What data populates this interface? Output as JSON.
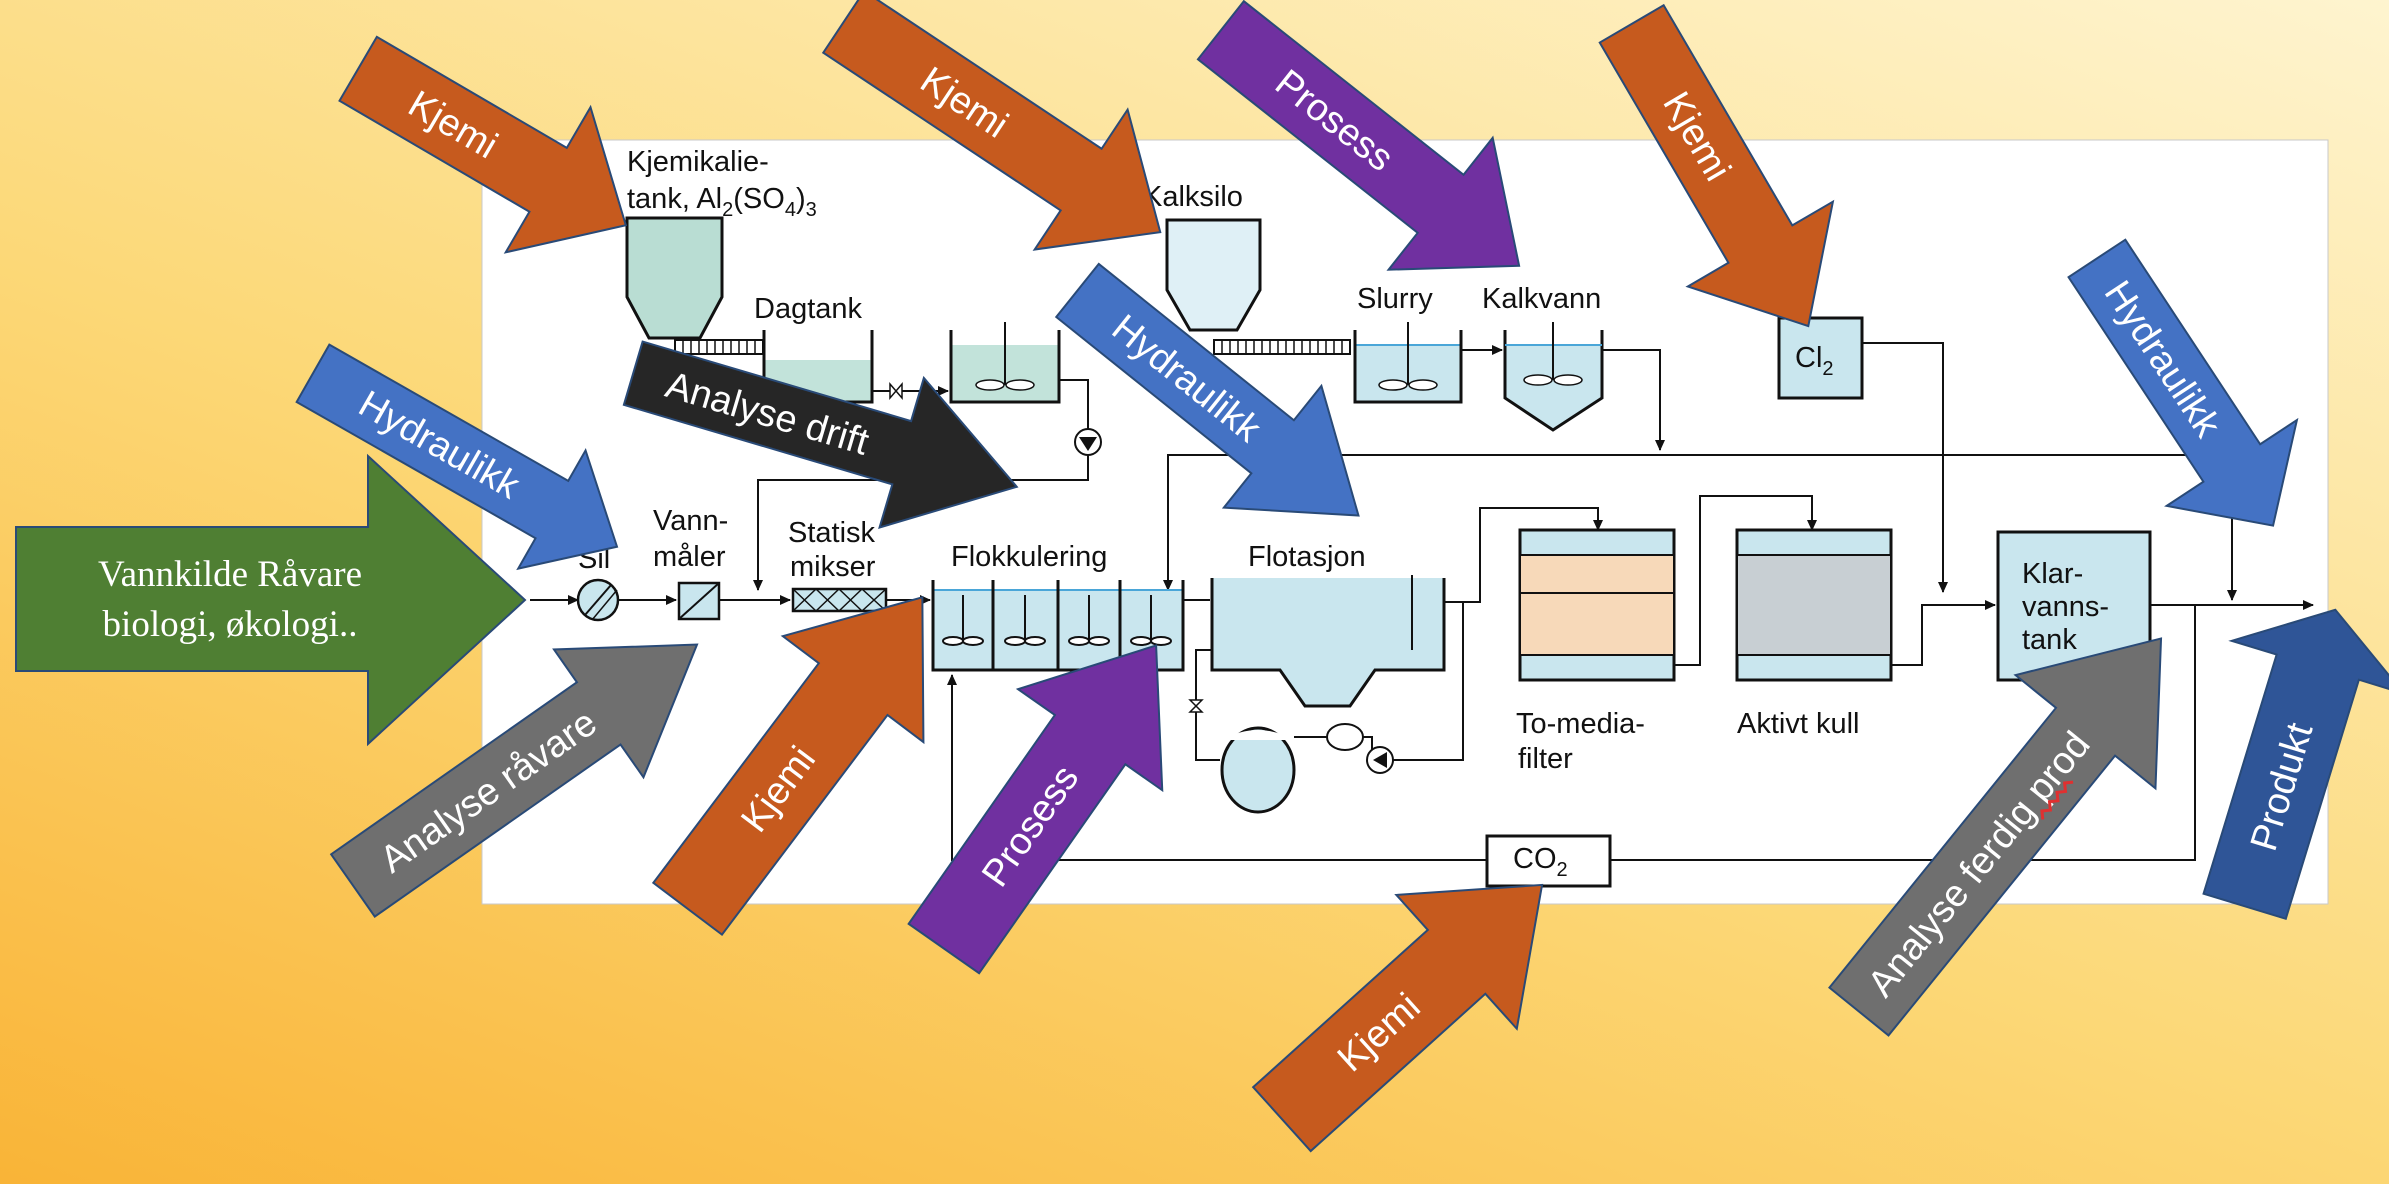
{
  "diagram": {
    "labels": {
      "tank_kjemikalie_line1": "Kjemikalie-",
      "tank_kjemikalie_line2a": "tank, Al",
      "tank_kjemikalie_sub1": "2",
      "tank_kjemikalie_line2b": "(SO",
      "tank_kjemikalie_sub2": "4",
      "tank_kjemikalie_line2c": ")",
      "tank_kjemikalie_sub3": "3",
      "dagtank": "Dagtank",
      "kalksilo": "Kalksilo",
      "slurry": "Slurry",
      "kalkvann": "Kalkvann",
      "cl_main": "Cl",
      "cl_sub": "2",
      "sil": "Sil",
      "vannmaler_line1": "Vann-",
      "vannmaler_line2": "måler",
      "statisk_line1": "Statisk",
      "statisk_line2": "mikser",
      "flokkulering": "Flokkulering",
      "flotasjon": "Flotasjon",
      "tomedia_line1": "To-media-",
      "tomedia_line2": "filter",
      "aktivt_kull": "Aktivt kull",
      "klar_line1": "Klar-",
      "klar_line2": "vanns-",
      "klar_line3": "tank",
      "co2_main": "CO",
      "co2_sub": "2"
    },
    "arrows": {
      "kjemi_1": "Kjemi",
      "kjemi_2": "Kjemi",
      "prosess_top": "Prosess",
      "kjemi_cl": "Kjemi",
      "hydraulikk_left": "Hydraulikk",
      "analyse_drift": "Analyse drift",
      "hydraulikk_mid": "Hydraulikk",
      "hydraulikk_right": "Hydraulikk",
      "analyse_ravare": "Analyse råvare",
      "kjemi_mixer": "Kjemi",
      "prosess_bottom": "Prosess",
      "kjemi_bottom": "Kjemi",
      "analyse_ferdig": "Analyse ferdig prod",
      "produkt": "Produkt"
    },
    "source_box": {
      "line1": "Vannkilde Råvare",
      "line2": "biologi, økologi.."
    },
    "colors": {
      "kjemi": "#c65a1e",
      "prosess": "#7030a0",
      "hydraulikk": "#4472c4",
      "analyse": "#6f6f6f",
      "analyse_drift": "#262626",
      "source": "#4f7f33",
      "produkt": "#2f5597",
      "tank_fill": "#c9e6ee",
      "filter_sand": "#f7d9b9",
      "filter_carbon": "#c8cfd3"
    }
  }
}
